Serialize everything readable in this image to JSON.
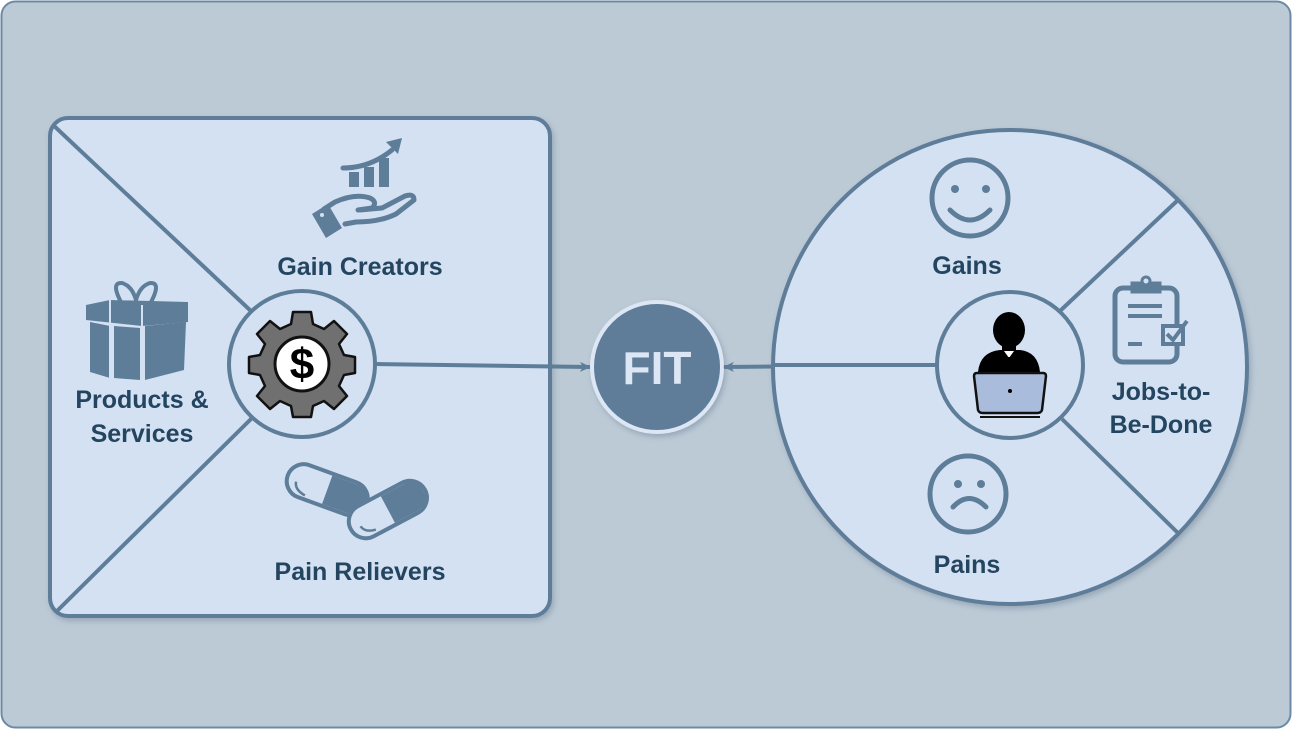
{
  "diagram": {
    "title": "Value Proposition Canvas",
    "value_map": {
      "center_icon": "dollar-gear-icon",
      "sections": [
        {
          "id": "products-services",
          "label_lines": [
            "Products &",
            "Services"
          ],
          "icon": "gift-icon"
        },
        {
          "id": "gain-creators",
          "label": "Gain Creators",
          "icon": "hand-growth-chart-icon"
        },
        {
          "id": "pain-relievers",
          "label": "Pain Relievers",
          "icon": "capsules-icon"
        }
      ]
    },
    "fit": {
      "label": "FIT"
    },
    "customer_profile": {
      "center_icon": "person-laptop-icon",
      "sections": [
        {
          "id": "gains",
          "label": "Gains",
          "icon": "smiley-face-icon"
        },
        {
          "id": "jobs-to-be-done",
          "label_lines": [
            "Jobs-to-",
            "Be-Done"
          ],
          "icon": "clipboard-check-icon"
        },
        {
          "id": "pains",
          "label": "Pains",
          "icon": "sad-face-icon"
        }
      ]
    },
    "connections": [
      {
        "from": "value-map",
        "to": "fit"
      },
      {
        "from": "customer-profile",
        "to": "fit"
      }
    ],
    "colors": {
      "background": "#bccad6",
      "panel_fill": "#d3e1f3",
      "stroke": "#5e7d99",
      "label": "#244560",
      "fit_fill": "#5e7d99",
      "fit_text": "#dce6f4"
    }
  }
}
